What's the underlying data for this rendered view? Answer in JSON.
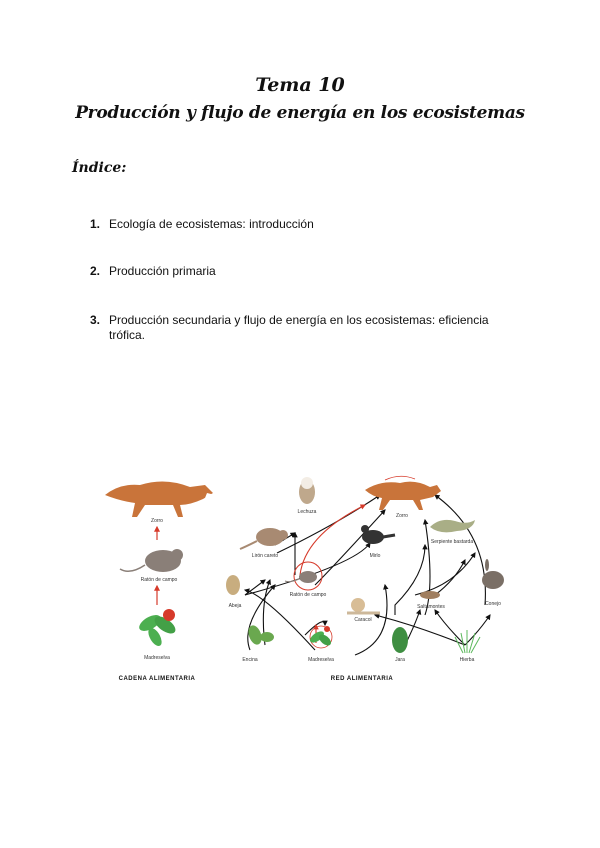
{
  "document": {
    "title_line1": "Tema 10",
    "title_line2": "Producción y flujo de energía en los ecosistemas",
    "index_heading": "Índice:",
    "index_items": [
      {
        "num": "1.",
        "text": "Ecología de ecosistemas: introducción"
      },
      {
        "num": "2.",
        "text": "Producción primaria"
      },
      {
        "num": "3.",
        "text": "Producción secundaria y flujo de energía en los ecosistemas: eficiencia trófica."
      }
    ]
  },
  "figure": {
    "chain_caption": "CADENA ALIMENTARIA",
    "web_caption": "RED ALIMENTARIA",
    "chain_labels": [
      "Zorro",
      "Ratón de campo",
      "Madreselva"
    ],
    "web_labels": {
      "lechuza": "Lechuza",
      "zorro": "Zorro",
      "liron": "Lirón careto",
      "mirlo": "Mirlo",
      "serpiente": "Serpiente bastarda",
      "raton": "Ratón de campo",
      "abeja": "Abeja",
      "caracol": "Caracol",
      "saltamontes": "Saltamontes",
      "conejo": "Conejo",
      "encina": "Encina",
      "madreselva": "Madreselva",
      "jara": "Jara",
      "hierba": "Hierba"
    },
    "colors": {
      "fox": "#c9743a",
      "mouse": "#8a7f78",
      "plant": "#4caf50",
      "arrow": "#111111",
      "highlight": "#d63a2a"
    }
  }
}
